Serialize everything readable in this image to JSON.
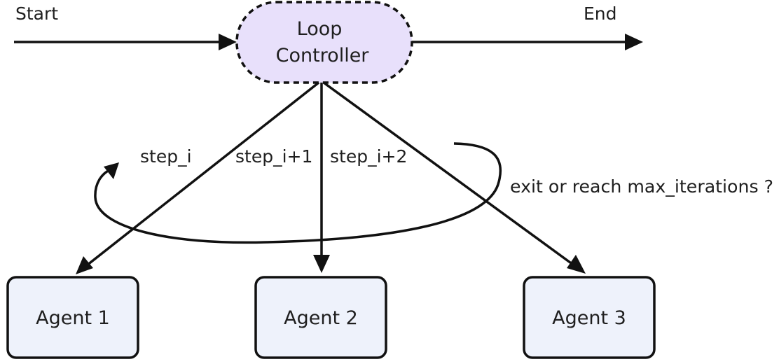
{
  "labels": {
    "start": "Start",
    "end": "End",
    "controller_line1": "Loop",
    "controller_line2": "Controller",
    "agent1": "Agent 1",
    "agent2": "Agent 2",
    "agent3": "Agent 3",
    "step_i": "step_i",
    "step_i1": "step_i+1",
    "step_i2": "step_i+2",
    "loop_condition": "exit or reach max_iterations ?"
  },
  "colors": {
    "controller_fill": "#e8e0fb",
    "agent_fill": "#eef2fb",
    "stroke": "#111111"
  }
}
